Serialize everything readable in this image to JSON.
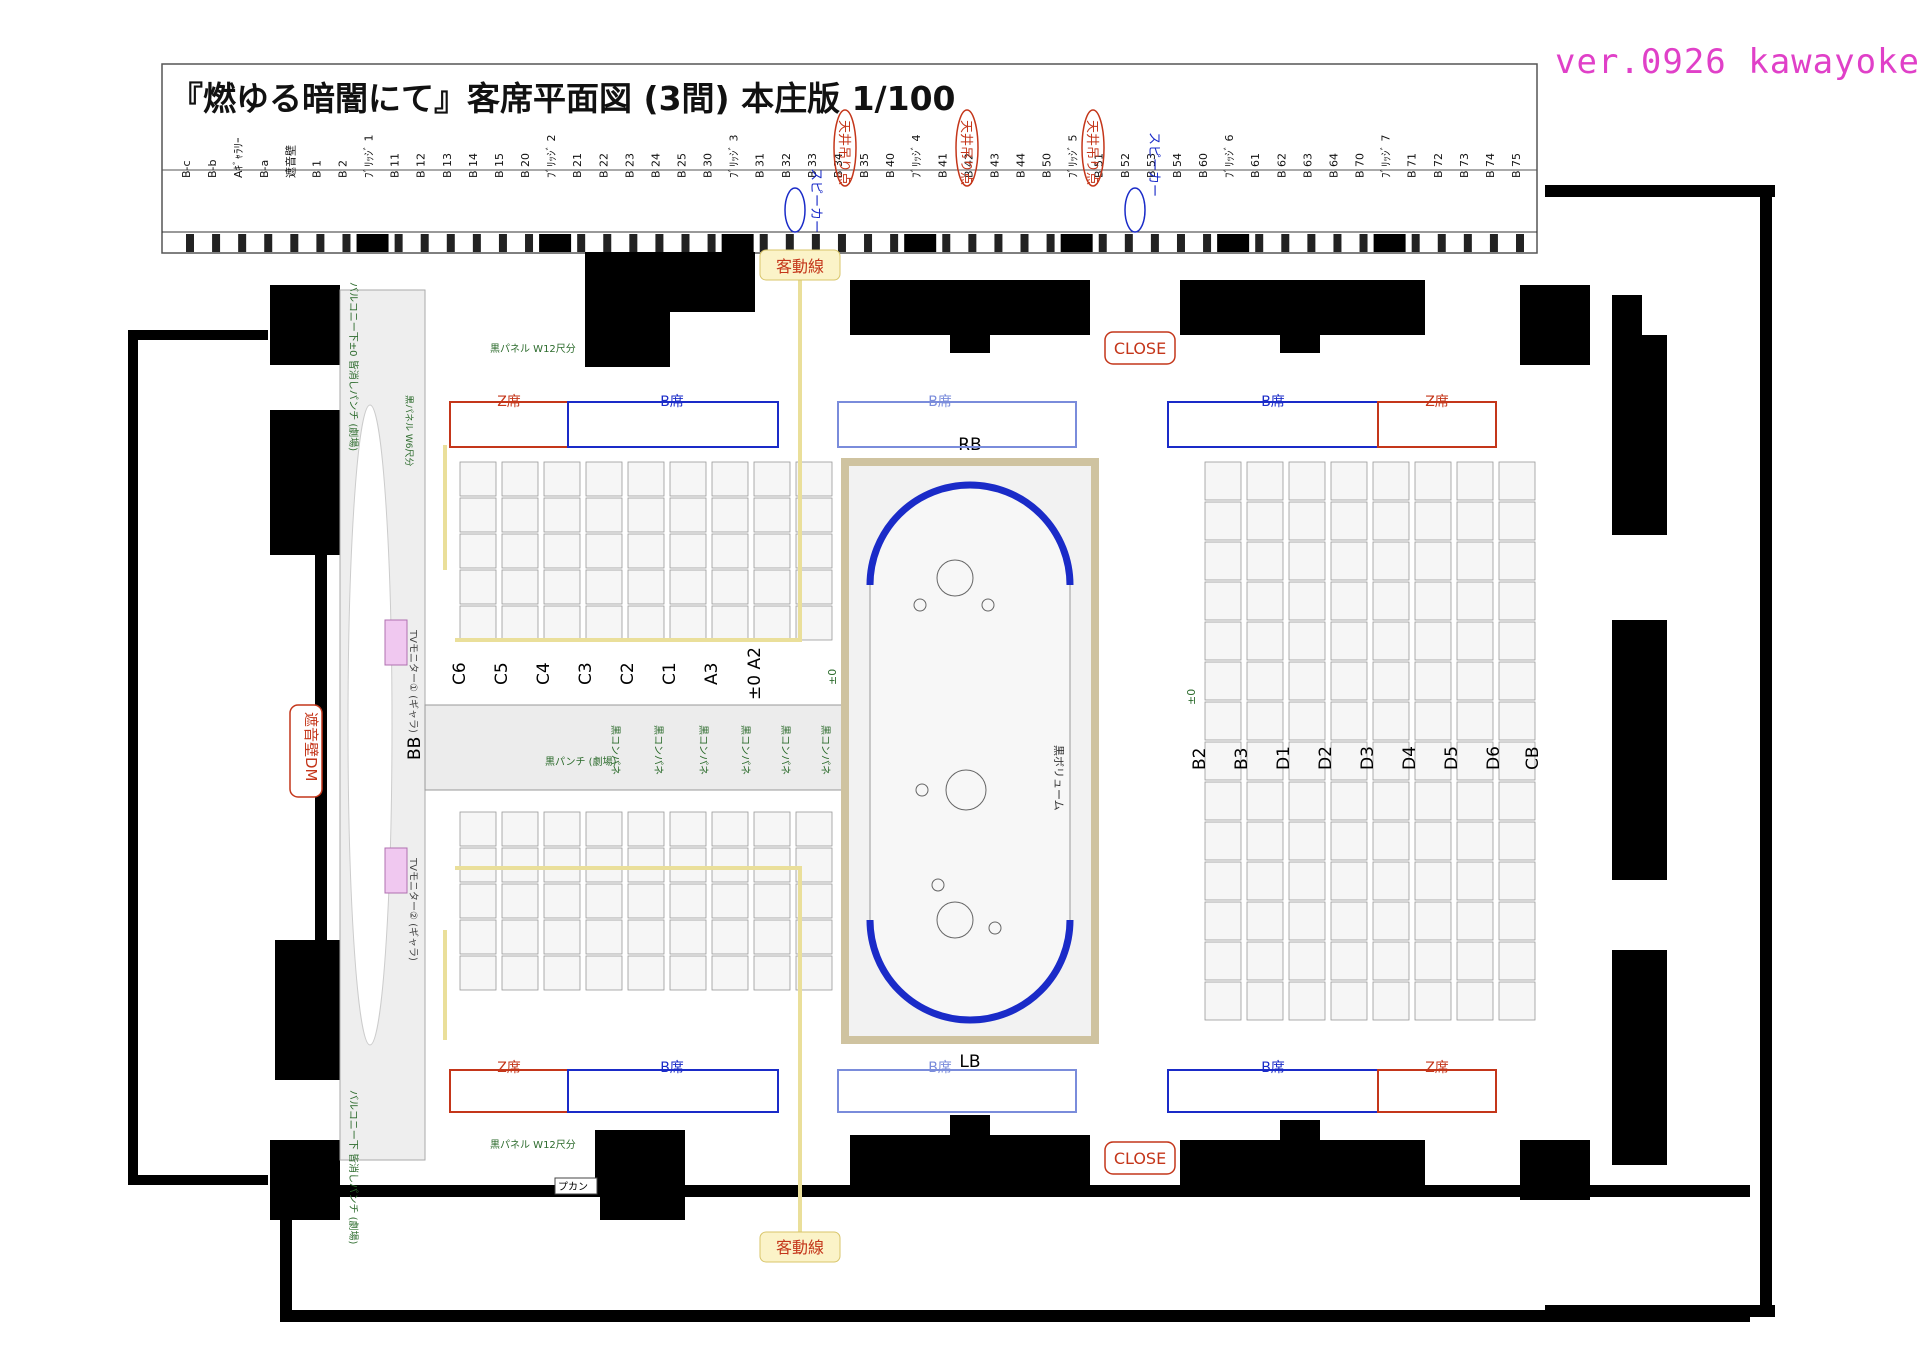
{
  "version_label": "ver.0926 kawayoke",
  "title": "『燃ゆる暗闇にて』客席平面図 (3間) 本庄版 1/100",
  "batten_header": [
    "B-c",
    "B-b",
    "Aｷﾞｬﾗﾘｰ",
    "B-a",
    "遮音壁",
    "B 1",
    "B 2",
    "ﾌﾞﾘｯｼﾞ 1",
    "B 11",
    "B 12",
    "B 13",
    "B 14",
    "B 15",
    "B 20",
    "ﾌﾞﾘｯｼﾞ 2",
    "B 21",
    "B 22",
    "B 23",
    "B 24",
    "B 25",
    "B 30",
    "ﾌﾞﾘｯｼﾞ 3",
    "B 31",
    "B 32",
    "B 33",
    "B 34",
    "B 35",
    "B 40",
    "ﾌﾞﾘｯｼﾞ 4",
    "B 41",
    "B 42",
    "B 43",
    "B 44",
    "B 50",
    "ﾌﾞﾘｯｼﾞ 5",
    "B 51",
    "B 52",
    "B 53",
    "B 54",
    "B 60",
    "ﾌﾞﾘｯｼﾞ 6",
    "B 61",
    "B 62",
    "B 63",
    "B 64",
    "B 70",
    "ﾌﾞﾘｯｼﾞ 7",
    "B 71",
    "B 72",
    "B 73",
    "B 74",
    "B 75"
  ],
  "header_annotations": {
    "speaker": "スピーカー",
    "ceiling_hang": "天井吊り点"
  },
  "labels": {
    "audience_path": "客動線",
    "close": "CLOSE",
    "rb": "RB",
    "lb": "LB",
    "z_seat": "Z席",
    "b_seat": "B席",
    "soundproof_wall": "遮音壁DM",
    "bb": "BB",
    "cb": "CB",
    "tv_monitor_1": "TVモニター① (ギャラ)",
    "tv_monitor_2": "TVモニター② (ギャラ)",
    "balcony_top": "バルコニー下±0 皆消しパンチ (劇場)",
    "balcony_bottom": "バルコニー下 皆消しパンチ (劇場)",
    "black_panel": "黒パネル W12尺分",
    "black_panel_side": "黒パネル W6尺分",
    "black_punch": "黒パンチ (劇場)",
    "black_conpane": "黒コンパネ",
    "black_volume": "黒ボリューム",
    "pm0": "±0",
    "pm0_a2": "±0 A2",
    "pukan": "プカン"
  },
  "rows_left": [
    "C6",
    "C5",
    "C4",
    "C3",
    "C2",
    "C1",
    "A3"
  ],
  "rows_right": [
    "B2",
    "B3",
    "D1",
    "D2",
    "D3",
    "D4",
    "D5",
    "D6"
  ],
  "colors": {
    "blue": "#1a2bc8",
    "red": "#c4361a",
    "pink": "#e040c8",
    "yellow": "#f3e9a8"
  }
}
